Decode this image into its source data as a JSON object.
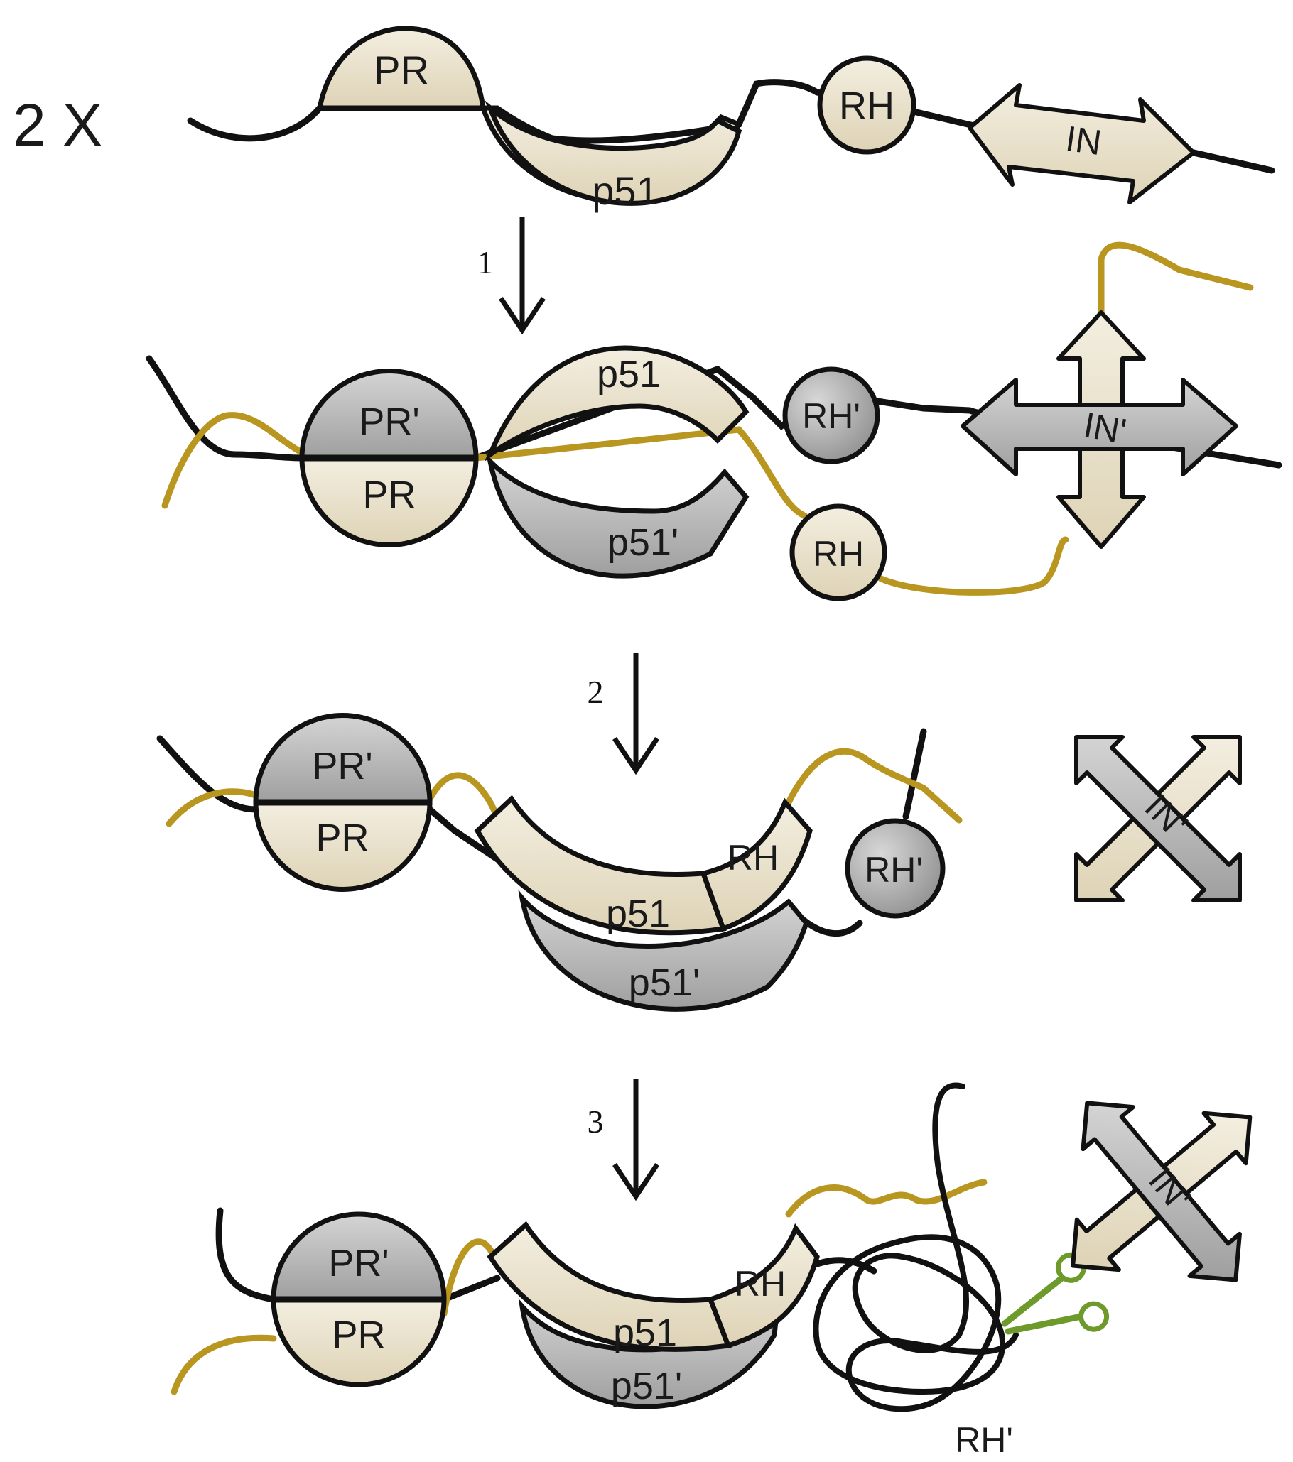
{
  "multiplier": {
    "label": "2  X"
  },
  "steps": [
    "1",
    "2",
    "3"
  ],
  "stage0": {
    "pr": "PR",
    "p51": "p51",
    "rh": "RH",
    "in": "IN"
  },
  "stage1": {
    "pr_prime": "PR'",
    "pr": "PR",
    "p51": "p51",
    "p51_prime": "p51'",
    "rh_prime": "RH'",
    "rh": "RH",
    "in_prime": "IN'"
  },
  "stage2": {
    "pr_prime": "PR'",
    "pr": "PR",
    "rh": "RH",
    "p51": "p51",
    "p51_prime": "p51'",
    "rh_prime": "RH'",
    "in_prime": "IN'"
  },
  "stage3": {
    "pr_prime": "PR'",
    "pr": "PR",
    "rh": "RH",
    "p51": "p51",
    "p51_prime": "p51'",
    "rh_prime": "RH'",
    "in_prime": "IN'"
  },
  "icons": {
    "scissors": "scissors-icon"
  },
  "colors": {
    "cream": "#e8dfc8",
    "grey": "#b9b9b9",
    "gold": "#b8961f",
    "black": "#111111",
    "scissors": "#6e9a2b"
  }
}
